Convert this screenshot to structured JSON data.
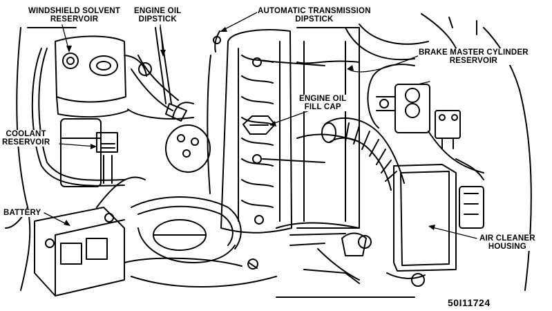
{
  "labels": {
    "windshield_solvent_reservoir": {
      "line1": "WINDSHIELD SOLVENT",
      "line2": "RESERVOIR"
    },
    "engine_oil_dipstick": {
      "line1": "ENGINE OIL",
      "line2": "DIPSTICK"
    },
    "automatic_transmission_dipstick": {
      "line1": "AUTOMATIC TRANSMISSION",
      "line2": "DIPSTICK"
    },
    "brake_master_cylinder_reservoir": {
      "line1": "BRAKE MASTER CYLINDER",
      "line2": "RESERVOIR"
    },
    "engine_oil_fill_cap": {
      "line1": "ENGINE OIL",
      "line2": "FILL CAP"
    },
    "coolant_reservoir": {
      "line1": "COOLANT",
      "line2": "RESERVOIR"
    },
    "battery": {
      "line1": "BATTERY"
    },
    "air_cleaner_housing": {
      "line1": "AIR CLEANER",
      "line2": "HOUSING"
    }
  },
  "figure_id": "50I11724",
  "colors": {
    "ink": "#000000",
    "paper": "#ffffff"
  }
}
